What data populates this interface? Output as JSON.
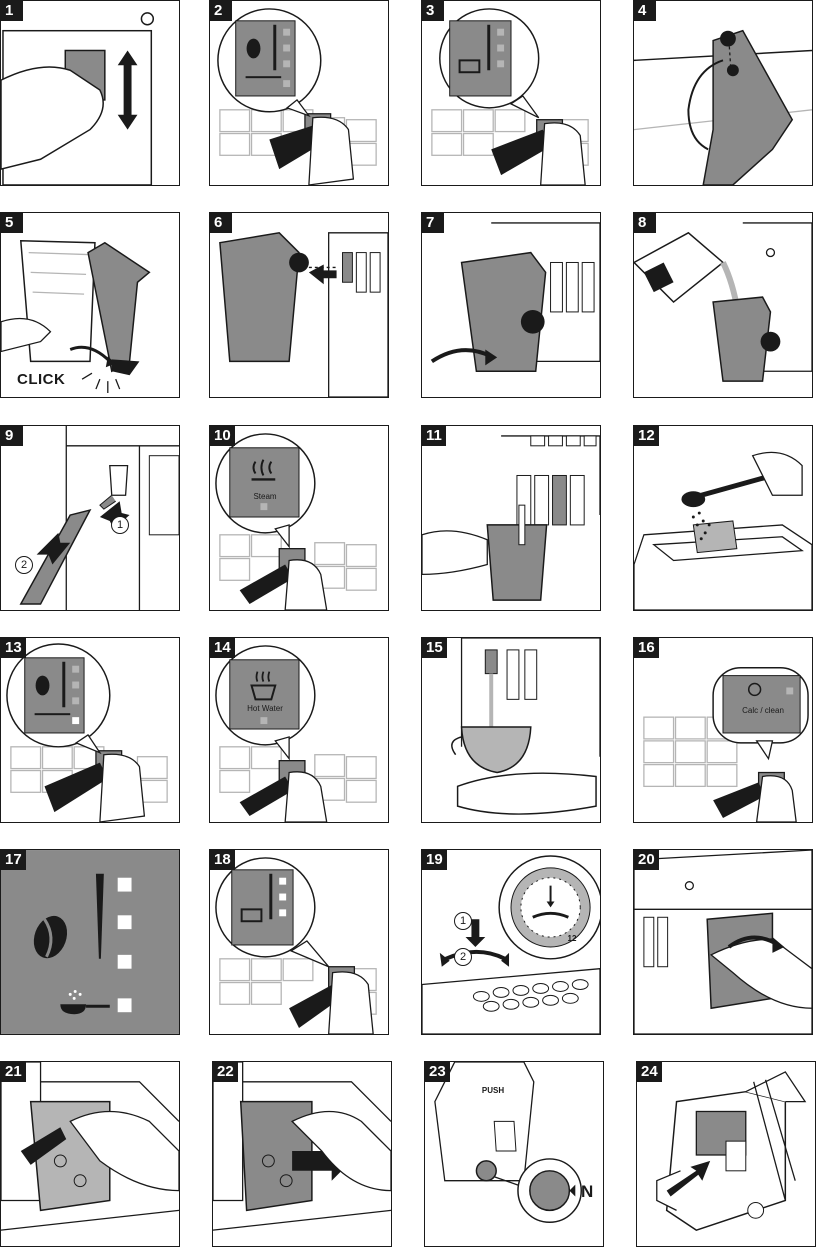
{
  "steps": [
    "1",
    "2",
    "3",
    "4",
    "5",
    "6",
    "7",
    "8",
    "9",
    "10",
    "11",
    "12",
    "13",
    "14",
    "15",
    "16",
    "17",
    "18",
    "19",
    "20",
    "21",
    "22",
    "23",
    "24"
  ],
  "labels": {
    "click": "CLICK",
    "steam": "Steam",
    "hot_water": "Hot Water",
    "calc_clean": "Calc / clean",
    "push": "PUSH",
    "n_mark": "N",
    "circle_1": "1",
    "circle_2": "2",
    "dial_12": "12"
  },
  "colors": {
    "line": "#1a1a1a",
    "panel_gray": "#8a8a8a",
    "light_gray": "#b5b5b5",
    "white": "#ffffff"
  }
}
